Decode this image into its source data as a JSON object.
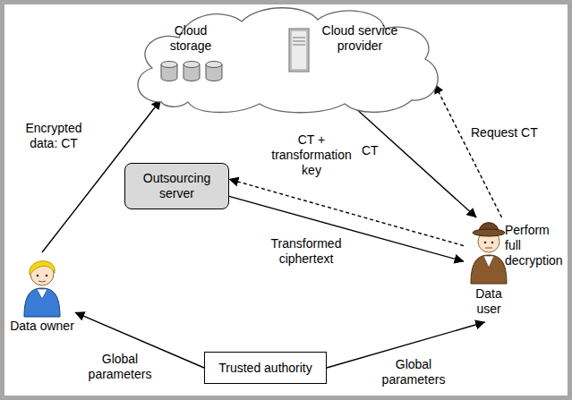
{
  "diagram": {
    "nodes": [
      {
        "text": [
          "Cloud storage",
          "Cloud service provider"
        ]
      },
      {
        "text": [
          "Outsourcing server"
        ]
      },
      {
        "text": [
          "Data owner"
        ]
      },
      {
        "text": [
          "Data user",
          "Perform full decryption"
        ]
      },
      {
        "text": [
          "Trusted authority"
        ]
      }
    ],
    "edges": [
      {
        "from": 2,
        "to": 0,
        "arrow": "to",
        "label": "Encrypted data: CT"
      },
      {
        "from": 0,
        "to": 3,
        "arrow": "to",
        "label": "CT"
      },
      {
        "from": 3,
        "to": 0,
        "arrow": "to",
        "label": "Request CT"
      },
      {
        "from": 3,
        "to": 1,
        "arrow": "to",
        "label": "CT + transformation key"
      },
      {
        "from": 1,
        "to": 3,
        "arrow": "to",
        "label": "Transformed ciphertext"
      },
      {
        "from": 4,
        "to": 2,
        "arrow": "to",
        "label": "Global parameters"
      },
      {
        "from": 4,
        "to": 3,
        "arrow": "to",
        "label": "Global parameters"
      }
    ]
  }
}
